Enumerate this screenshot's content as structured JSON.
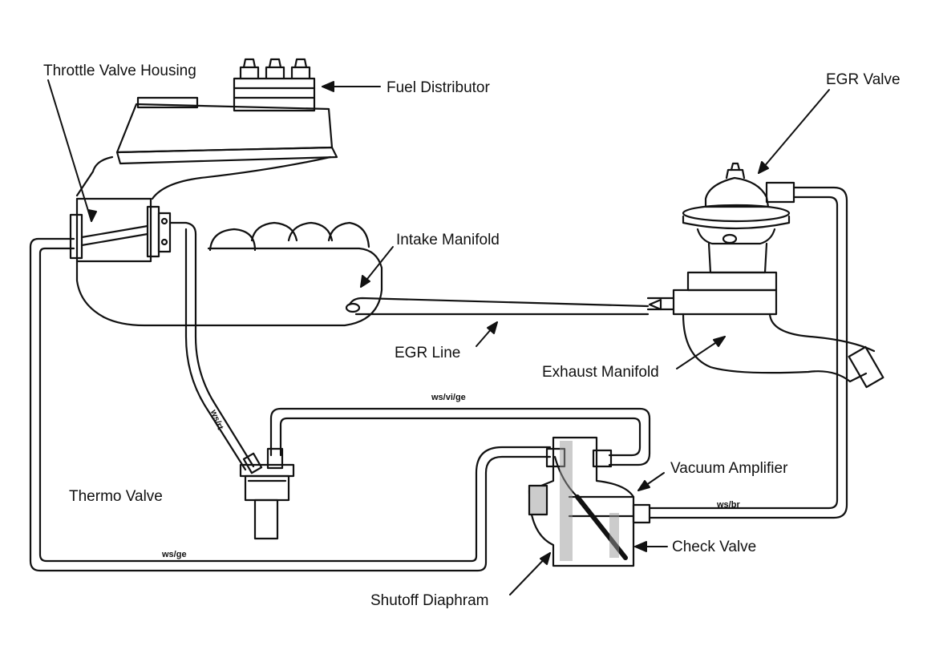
{
  "labels": {
    "throttle_valve_housing": "Throttle Valve Housing",
    "fuel_distributor": "Fuel Distributor",
    "egr_valve": "EGR Valve",
    "intake_manifold": "Intake Manifold",
    "egr_line": "EGR Line",
    "exhaust_manifold": "Exhaust Manifold",
    "vacuum_amplifier": "Vacuum Amplifier",
    "check_valve": "Check Valve",
    "shutoff_diaphram": "Shutoff Diaphram",
    "thermo_valve": "Thermo Valve"
  },
  "wire_codes": {
    "ws_vi_ge": "ws/vi/ge",
    "ws_br": "ws/br",
    "ws_ge": "ws/ge",
    "ws_rt": "ws/rt"
  },
  "colors": {
    "ink": "#111111",
    "background": "#ffffff"
  }
}
